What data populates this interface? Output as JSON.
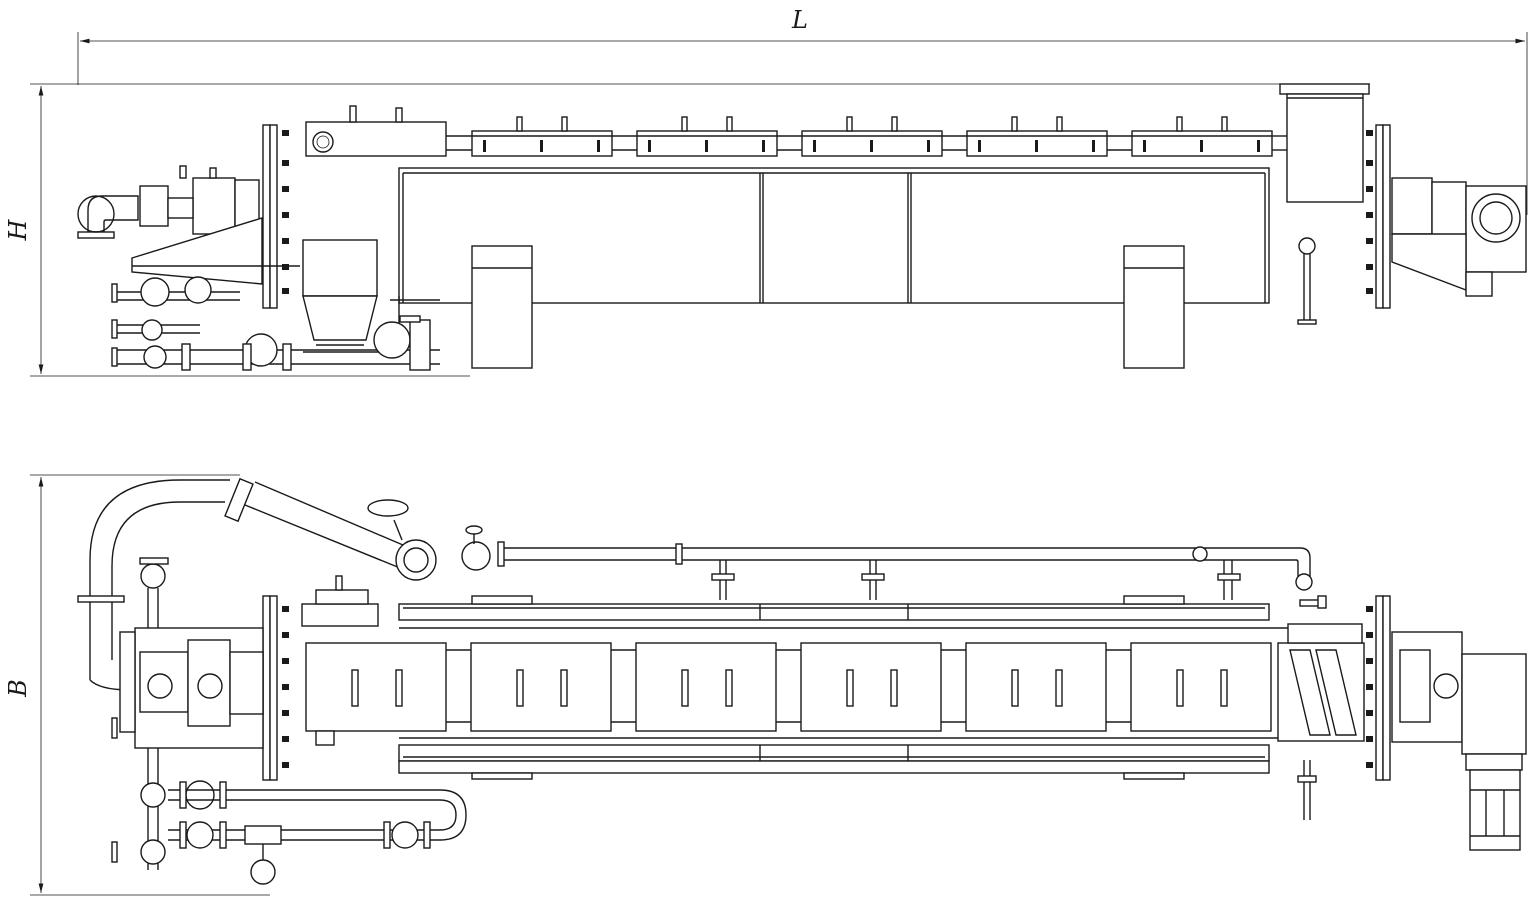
{
  "dimensions": {
    "length_label": "L",
    "height_label": "H",
    "width_label": "B"
  },
  "views": [
    "side-elevation",
    "plan-view"
  ],
  "colors": {
    "line": "#1a1a1a",
    "background": "#ffffff"
  }
}
